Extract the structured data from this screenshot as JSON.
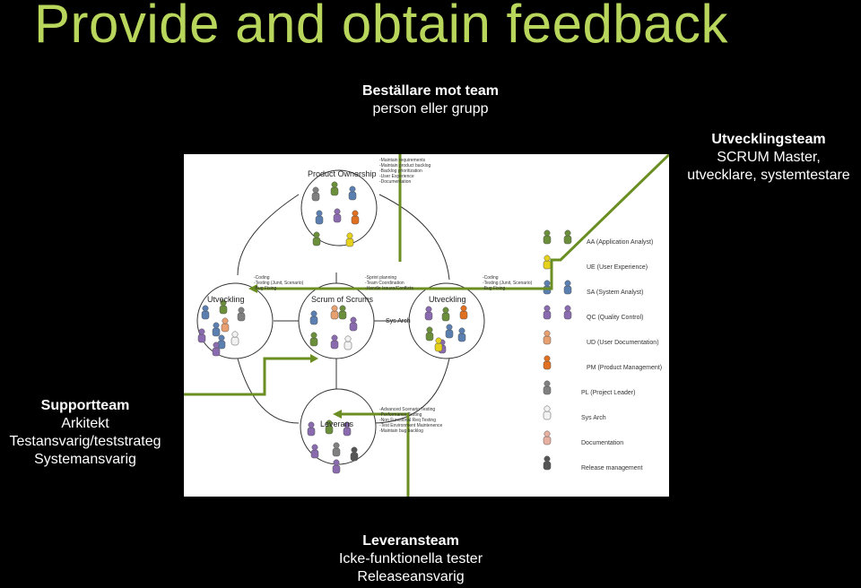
{
  "title": "Provide and obtain feedback",
  "callouts": {
    "top": {
      "heading": "Beställare mot team",
      "line1": "person eller grupp"
    },
    "right": {
      "heading": "Utvecklingsteam",
      "line1": "SCRUM Master,",
      "line2": "utvecklare, systemtestare"
    },
    "left": {
      "heading": "Supportteam",
      "line1": "Arkitekt",
      "line2": "Testansvarig/teststrateg",
      "line3": "Systemansvarig"
    },
    "bottom": {
      "heading": "Leveransteam",
      "line1": "Icke-funktionella tester",
      "line2": "Releaseansvarig"
    }
  },
  "diagram": {
    "circles": {
      "product_ownership": "Product Ownership",
      "utveckling_left": "Utveckling",
      "scrum_of_scrums": "Scrum of Scrums",
      "utveckling_right": "Utveckling",
      "leverans": "Leverans"
    },
    "sys_arch_label": "Sys Arch",
    "notes": {
      "po": "-Maintain requirements\n-Maintain product backlog\n-Backlog prioritization\n-User Experience\n-Documentation",
      "dev_left": "-Coding\n-Testing (Junit, Scenario)\n-Bug Fixing",
      "scrum": "-Sprint planning\n-Team Coordination\n-Handle Issues/Conflicts",
      "dev_right": "-Coding\n-Testing (Junit, Scenario)\n-Bug Fixing",
      "leverans": "-Advanced Scenario Testing\n-Performance Testing\n-Non Functional Req Testing\n-Test Environment Maintenence\n-Maintain bug backlog"
    },
    "legend": [
      {
        "label": "AA (Application Analyst)",
        "color": "#6b8e3a"
      },
      {
        "label": "UE (User Experience)",
        "color": "#e6d21c"
      },
      {
        "label": "SA (System Analyst)",
        "color": "#5b7fb0"
      },
      {
        "label": "QC (Quality Control)",
        "color": "#8a6bb0"
      },
      {
        "label": "UD (User Documentation)",
        "color": "#e8a070"
      },
      {
        "label": "PM (Product Management)",
        "color": "#e07020"
      },
      {
        "label": "PL (Project Leader)",
        "color": "#808080"
      },
      {
        "label": "Sys Arch",
        "color": "#f2f2f2"
      },
      {
        "label": "Documentation",
        "color": "#e8b0a0"
      },
      {
        "label": "Release management",
        "color": "#555555"
      }
    ],
    "colors": {
      "arrow": "#6b8e23",
      "title": "#b9d65c"
    }
  }
}
